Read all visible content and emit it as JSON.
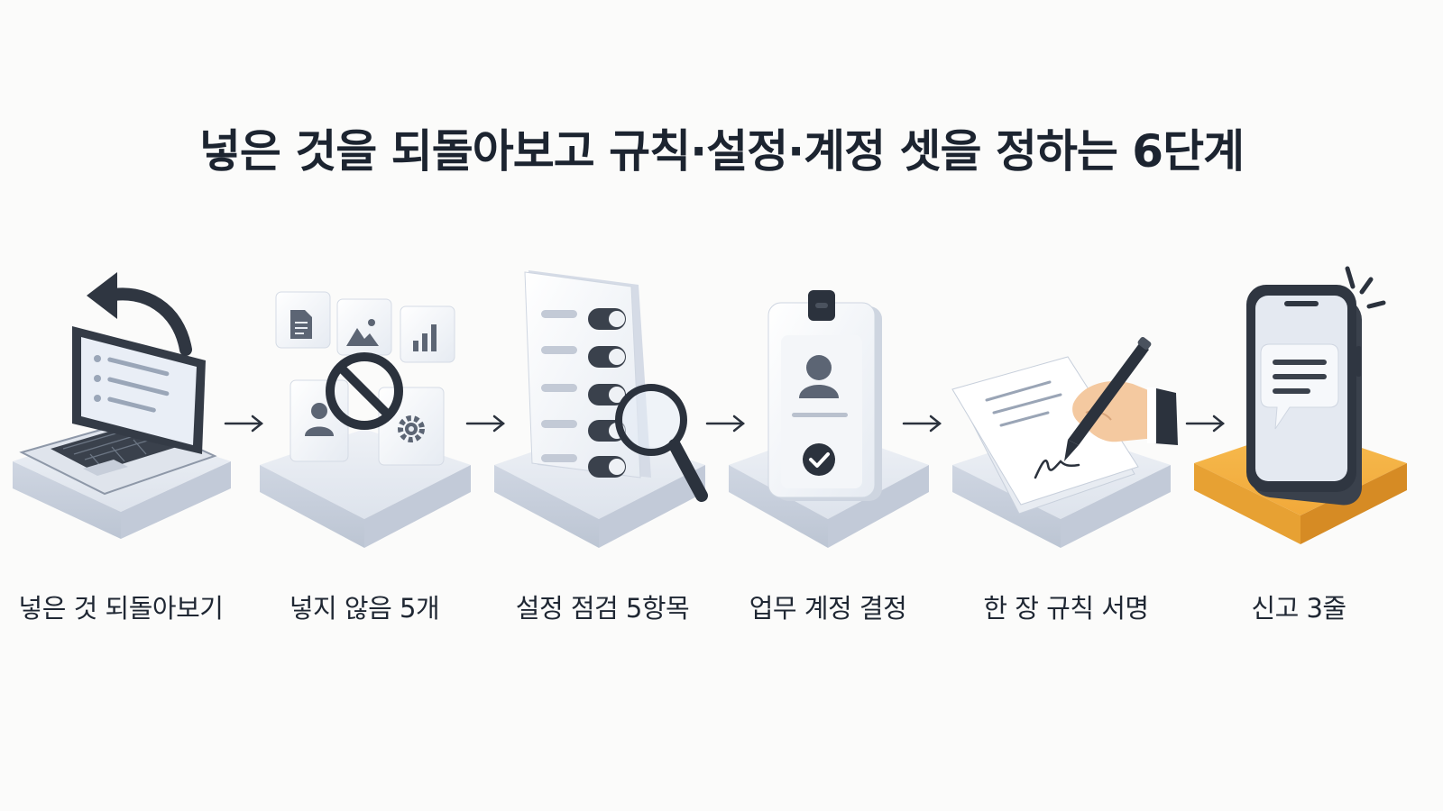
{
  "title": "넣은 것을 되돌아보고 규칙·설정·계정 셋을 정하는 6단계",
  "steps": [
    {
      "label": "넣은 것 되돌아보기",
      "icon": "laptop-undo-icon"
    },
    {
      "label": "넣지 않음 5개",
      "icon": "blocked-files-icon"
    },
    {
      "label": "설정 점검 5항목",
      "icon": "settings-checklist-icon"
    },
    {
      "label": "업무 계정 결정",
      "icon": "id-badge-icon"
    },
    {
      "label": "한 장 규칙 서명",
      "icon": "signing-document-icon"
    },
    {
      "label": "신고 3줄",
      "icon": "phone-message-icon"
    }
  ],
  "colors": {
    "platform": "#e3e8f0",
    "platform_side": "#c9d1de",
    "accent_platform": "#f3ae3c",
    "accent_platform_side": "#e0962a",
    "dark": "#2b323d"
  }
}
